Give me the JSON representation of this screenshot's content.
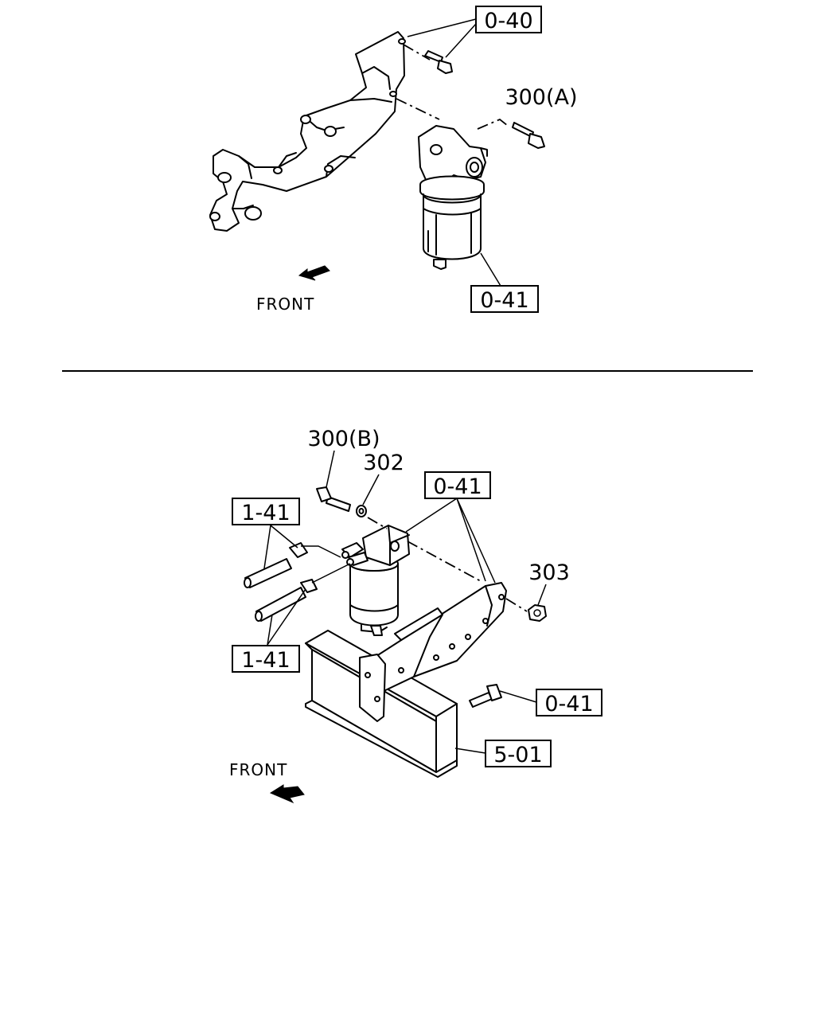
{
  "upper": {
    "callout_top": "0-40",
    "callout_bolt": "300(A)",
    "callout_filter": "0-41",
    "front_label": "FRONT"
  },
  "lower": {
    "callout_bolt": "300(B)",
    "callout_washer": "302",
    "callout_bracket": "0-41",
    "callout_hose_top": "1-41",
    "callout_hose_bottom": "1-41",
    "callout_nut": "303",
    "callout_mount_bolt": "0-41",
    "callout_frame": "5-01",
    "front_label": "FRONT"
  },
  "icons": {
    "upper_arrow": "front-arrow-icon",
    "lower_arrow": "front-arrow-icon"
  }
}
